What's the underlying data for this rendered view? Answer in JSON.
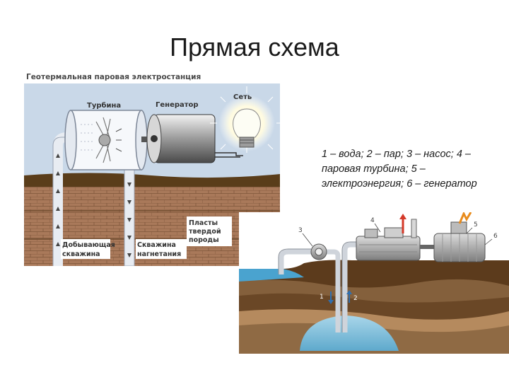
{
  "slide": {
    "title": "Прямая схема"
  },
  "figure1": {
    "title": "Геотермальная паровая электростанция",
    "labels": {
      "turbine": "Турбина",
      "generator": "Генератор",
      "grid": "Сеть",
      "production_well_1": "Добывающая",
      "production_well_2": "скважина",
      "injection_well_1": "Скважина",
      "injection_well_2": "нагнетания",
      "rock_layers_1": "Пласты",
      "rock_layers_2": "твердой",
      "rock_layers_3": "породы"
    }
  },
  "figure2": {
    "labels": {
      "n1": "1",
      "n2": "2",
      "n3": "3",
      "n4": "4",
      "n5": "5",
      "n6": "6"
    }
  },
  "caption": {
    "text": "1 – вода; 2 – пар; 3 – насос; 4 – паровая турбина; 5 – электроэнергия; 6 – генератор"
  },
  "colors": {
    "panel_sky": "#c9d8e8",
    "soil_dark": "#5a3d1a",
    "soil_light": "#a9795a",
    "water": "#8fc8e0",
    "pipe": "#eef1f5"
  }
}
